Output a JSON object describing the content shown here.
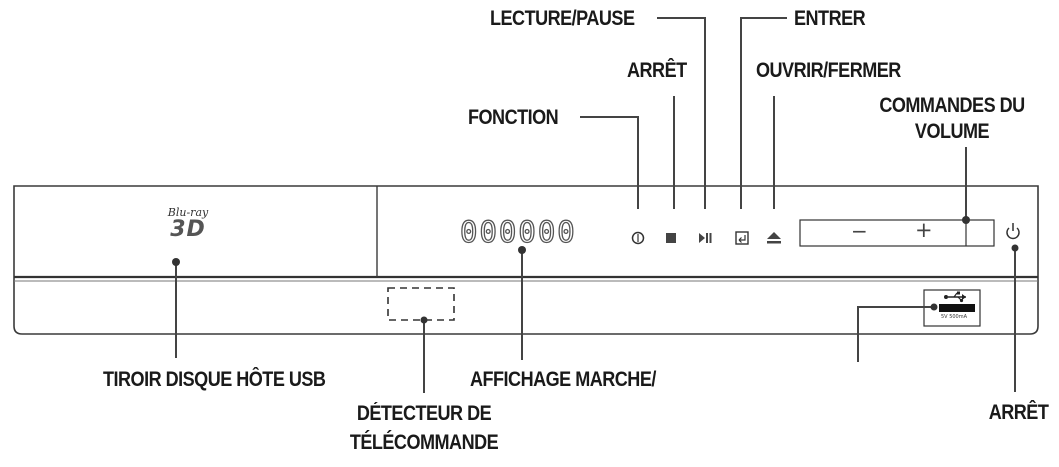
{
  "labels": {
    "lecture_pause": "LECTURE/PAUSE",
    "entrer": "ENTRER",
    "arret_top": "ARRÊT",
    "ouvrir_fermer": "OUVRIR/FERMER",
    "fonction": "FONCTION",
    "commandes_volume_line1": "COMMANDES DU",
    "commandes_volume_line2": "VOLUME",
    "tiroir_disque": "TIROIR DISQUE HÔTE USB",
    "affichage": "AFFICHAGE MARCHE/",
    "detecteur_line1": "DÉTECTEUR DE",
    "detecteur_line2": "TÉLÉCOMMANDE",
    "arret_bottom": "ARRÊT"
  },
  "device": {
    "logo_top": "Blu-ray",
    "logo_bottom": "3D",
    "display_digits": "000000",
    "volume_minus": "−",
    "volume_plus": "+",
    "usb_port_label": "5V 500mA"
  },
  "icons": [
    "function-icon",
    "stop-icon",
    "play-pause-icon",
    "enter-icon",
    "eject-icon",
    "power-icon",
    "usb-icon"
  ]
}
